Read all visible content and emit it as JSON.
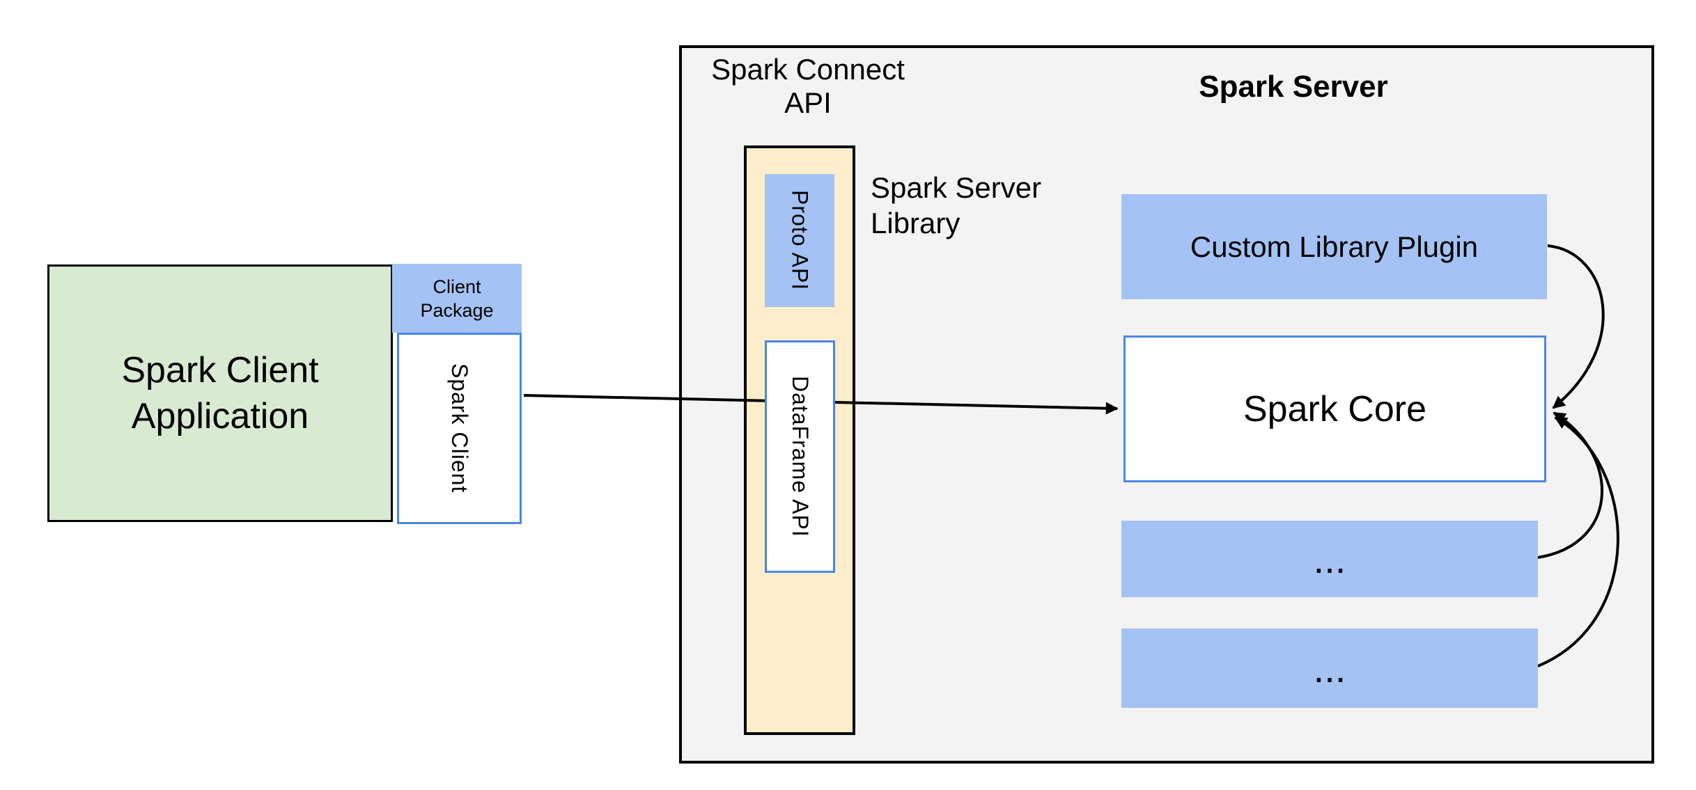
{
  "client_application": {
    "line1": "Spark Client",
    "line2": "Application"
  },
  "client_package": {
    "line1": "Client",
    "line2": "Package"
  },
  "spark_client": {
    "label": "Spark Client"
  },
  "connect_api": {
    "line1": "Spark Connect",
    "line2": "API"
  },
  "server": {
    "title": "Spark Server"
  },
  "server_library": {
    "line1": "Spark Server",
    "line2": "Library"
  },
  "proto_api": {
    "label": "Proto API"
  },
  "dataframe_api": {
    "label": "DataFrame API"
  },
  "custom_plugin": {
    "label": "Custom Library Plugin"
  },
  "spark_core": {
    "label": "Spark Core"
  },
  "slots": [
    {
      "label": "..."
    },
    {
      "label": "..."
    }
  ],
  "colors": {
    "blue_fill": "#a4c2f4",
    "green_fill": "#d9ead3",
    "yellow_fill": "#fdeecb",
    "gray_fill": "#f3f3f3",
    "blue_border": "#4a86e8",
    "arrow": "#000000"
  }
}
